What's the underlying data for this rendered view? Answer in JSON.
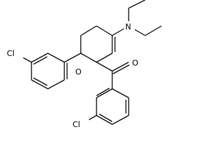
{
  "atom_labels": {
    "cl_top": "Cl",
    "cl_bottom": "Cl",
    "o_left": "O",
    "o_right": "O",
    "n": "N"
  }
}
